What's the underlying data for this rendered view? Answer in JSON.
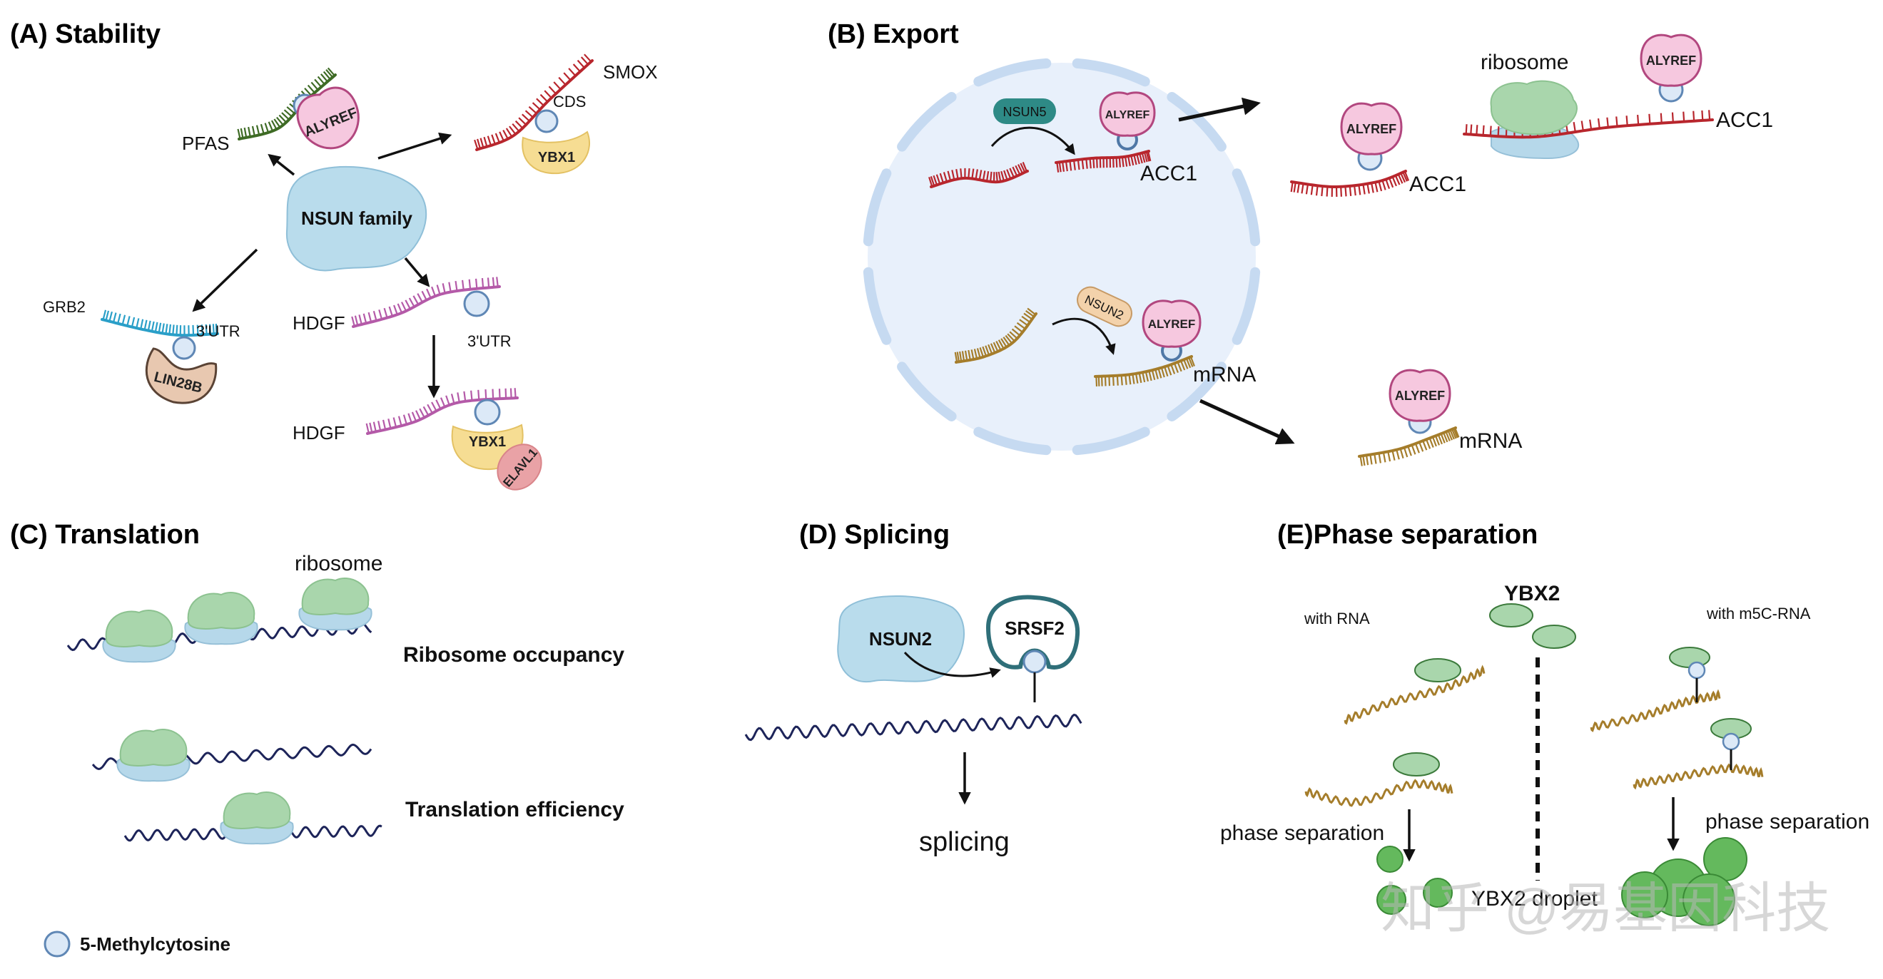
{
  "panels": {
    "a": {
      "title": "(A) Stability",
      "nsun_family": "NSUN family",
      "pfas": "PFAS",
      "alyref": "ALYREF",
      "smox": "SMOX",
      "cds": "CDS",
      "ybx1_top": "YBX1",
      "grb2": "GRB2",
      "utr_grb2": "3'UTR",
      "lin28b": "LIN28B",
      "hdgf_top": "HDGF",
      "utr_hdgf": "3'UTR",
      "hdgf_bottom": "HDGF",
      "ybx1_bottom": "YBX1",
      "elavl1": "ELAVL1"
    },
    "b": {
      "title": "(B) Export",
      "nsun5": "NSUN5",
      "alyref_nuc_top": "ALYREF",
      "acc1_nuc": "ACC1",
      "nsun2": "NSUN2",
      "alyref_nuc_bottom": "ALYREF",
      "mrna_nuc": "mRNA",
      "alyref_cyto_mid": "ALYREF",
      "acc1_cyto_mid": "ACC1",
      "ribosome": "ribosome",
      "alyref_cyto_right": "ALYREF",
      "acc1_cyto_right": "ACC1",
      "alyref_cyto_bottom": "ALYREF",
      "mrna_cyto": "mRNA"
    },
    "c": {
      "title": "(C) Translation",
      "ribosome": "ribosome",
      "ribosome_occupancy": "Ribosome occupancy",
      "translation_efficiency": "Translation efficiency"
    },
    "d": {
      "title": "(D) Splicing",
      "nsun2": "NSUN2",
      "srsf2": "SRSF2",
      "splicing": "splicing"
    },
    "e": {
      "title": "(E)Phase separation",
      "ybx2": "YBX2",
      "with_rna": "with RNA",
      "with_m5c_rna": "with m5C-RNA",
      "phase_sep_left": "phase separation",
      "phase_sep_right": "phase separation",
      "droplet": "YBX2 droplet"
    }
  },
  "legend": {
    "m5c": "5-Methylcytosine"
  },
  "watermark": "知乎 @易基因科技",
  "colors": {
    "cell": "#e8f0fb",
    "membrane": "#c6daf1",
    "nsun_blue": "#b9dcec",
    "alyref_pink": "#f6c8df",
    "alyref_stroke": "#b2477f",
    "ybx1_yellow": "#f6dd93",
    "lin28b_tan": "#e8c8b0",
    "elavl1_red": "#e9a2a6",
    "ribosome_green": "#a9d6ac",
    "ribosome_blue": "#b6d8ea",
    "rna_red": "#b8262d",
    "rna_green": "#3e6b25",
    "rna_teal": "#2a9fc8",
    "rna_purple": "#b45aa8",
    "rna_gold": "#a57d2b",
    "rna_navy": "#1d2459",
    "nsun5_teal": "#2e8a86",
    "nsun2_tan": "#f3d2ab",
    "srsf2_teal": "#2f6f79",
    "droplet_green": "#64b95d",
    "m5c_fill": "#dce9f7",
    "m5c_stroke": "#5f87b5"
  }
}
